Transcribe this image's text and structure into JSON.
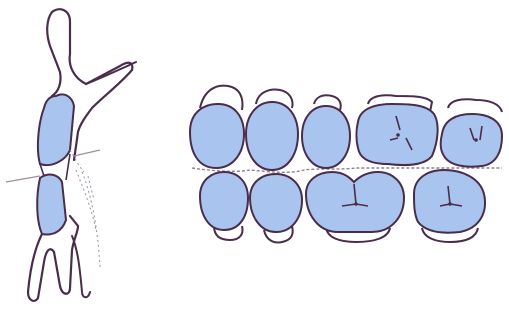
{
  "colors": {
    "background": "#ffffff",
    "enamel_fill": "#a9c4ee",
    "outline": "#4a2d4a",
    "hatching": "#9c8fa0"
  },
  "figure": {
    "left_panel": "lateral-occlusion-view",
    "right_panel": "buccal-occlusion-view",
    "upper_teeth_count": 5,
    "lower_teeth_count": 4
  }
}
